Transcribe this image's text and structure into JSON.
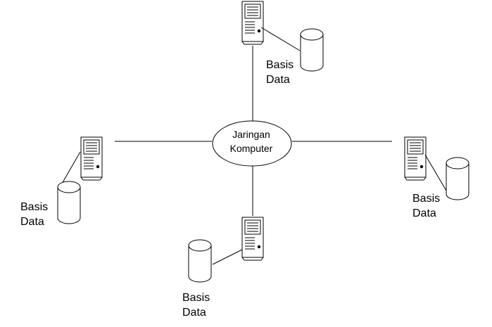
{
  "hub": {
    "line1": "Jaringan",
    "line2": "Komputer"
  },
  "nodes": [
    {
      "label_line1": "Basis",
      "label_line2": "Data"
    },
    {
      "label_line1": "Basis",
      "label_line2": "Data"
    },
    {
      "label_line1": "Basis",
      "label_line2": "Data"
    },
    {
      "label_line1": "Basis",
      "label_line2": "Data"
    }
  ]
}
